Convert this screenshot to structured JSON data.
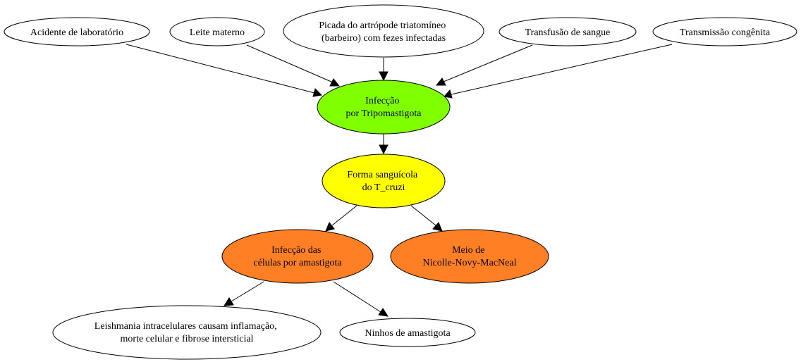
{
  "colors": {
    "white": "#ffffff",
    "green": "#7fff00",
    "yellow": "#ffff00",
    "orange": "#ff7f24"
  },
  "nodes": {
    "acidente": {
      "lines": [
        "Acidente de laboratório"
      ]
    },
    "leite": {
      "lines": [
        "Leite materno"
      ]
    },
    "picada": {
      "lines": [
        "Picada do artrópode triatomíneo",
        "(barbeiro) com fezes infectadas"
      ]
    },
    "transfusao": {
      "lines": [
        "Transfusão de sangue"
      ]
    },
    "congenita": {
      "lines": [
        "Transmissão congênita"
      ]
    },
    "infeccao": {
      "lines": [
        "Infecção",
        "por Tripomastigota"
      ]
    },
    "sanguicola": {
      "lines": [
        "Forma sanguícola",
        "do T_cruzi"
      ]
    },
    "amastigota": {
      "lines": [
        "Infecção das",
        "células por amastigota"
      ]
    },
    "meio": {
      "lines": [
        "Meio de",
        "Nicolle-Novy-MacNeal"
      ]
    },
    "leishmania": {
      "lines": [
        "Leishmania intracelulares causam inflamação,",
        "morte celular e fibrose intersticial"
      ]
    },
    "ninhos": {
      "lines": [
        "Ninhos de amastigota"
      ]
    }
  },
  "edges": [
    [
      "acidente",
      "infeccao"
    ],
    [
      "leite",
      "infeccao"
    ],
    [
      "picada",
      "infeccao"
    ],
    [
      "transfusao",
      "infeccao"
    ],
    [
      "congenita",
      "infeccao"
    ],
    [
      "infeccao",
      "sanguicola"
    ],
    [
      "sanguicola",
      "amastigota"
    ],
    [
      "sanguicola",
      "meio"
    ],
    [
      "amastigota",
      "leishmania"
    ],
    [
      "amastigota",
      "ninhos"
    ]
  ]
}
